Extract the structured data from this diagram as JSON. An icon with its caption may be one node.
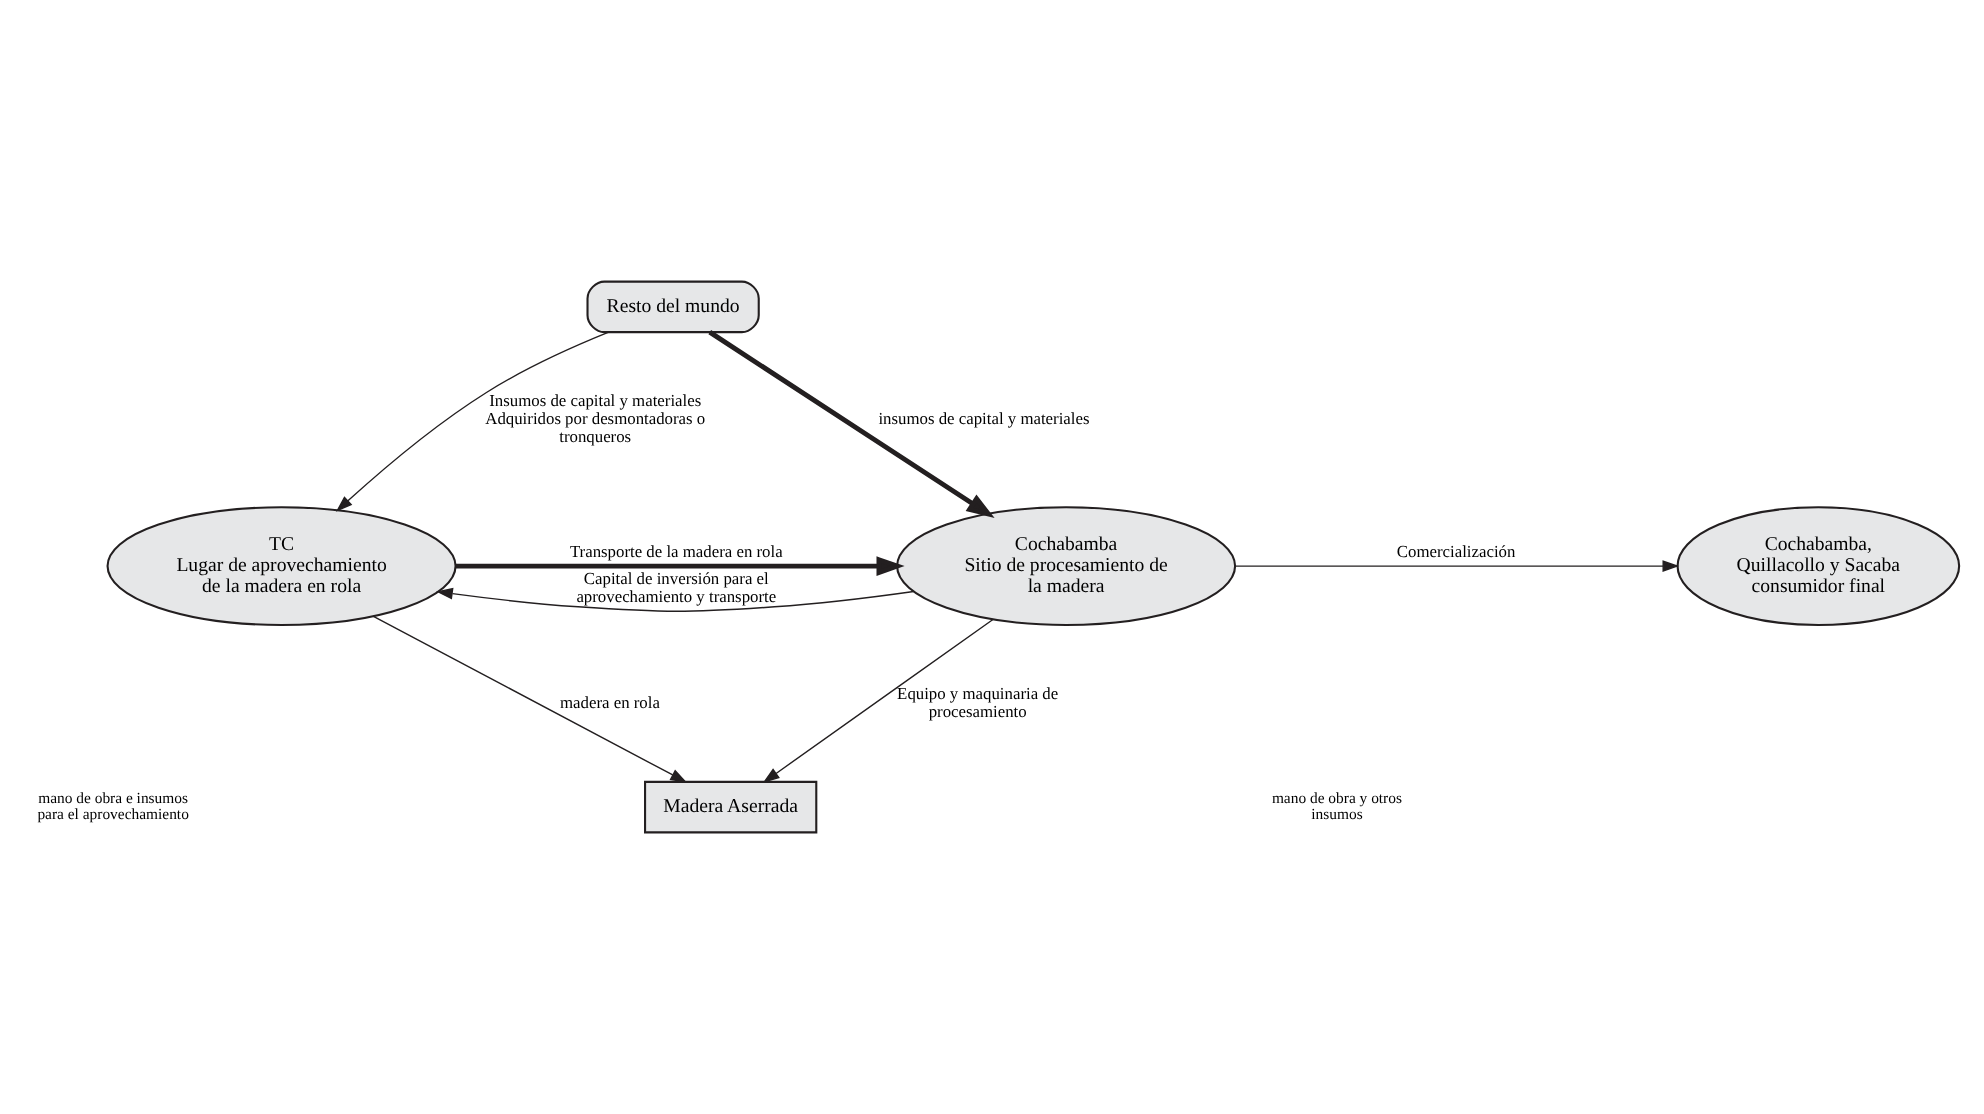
{
  "diagram": {
    "nodes": [
      {
        "text": [
          "Resto del mundo"
        ]
      },
      {
        "text": [
          "TC",
          "Lugar de aprovechamiento de la madera en rola"
        ]
      },
      {
        "text": [
          "Cochabamba",
          "Sitio de procesamiento de la madera"
        ]
      },
      {
        "text": [
          "Cochabamba, Quillacollo y Sacaba consumidor final"
        ]
      },
      {
        "text": [
          "Madera Aserrada"
        ]
      }
    ],
    "edges": [
      {
        "from": 0,
        "to": 1,
        "arrow": "to",
        "label": "Insumos de capital y materiales Adquiridos por desmontadoras o tronqueros"
      },
      {
        "from": 0,
        "to": 2,
        "arrow": "to",
        "label": "insumos de capital y materiales",
        "style": "thick"
      },
      {
        "from": 2,
        "to": 1,
        "arrow": "to",
        "label": "Capital de inversión para el aprovechamiento y transporte"
      },
      {
        "from": 2,
        "to": 3,
        "arrow": "to",
        "label": "Comercialización"
      },
      {
        "from": 1,
        "to": 4,
        "arrow": "to",
        "label": "madera en rola"
      },
      {
        "from": 2,
        "to": 4,
        "arrow": "to",
        "label": "Equipo y maquinaria de procesamiento"
      },
      {
        "from": 1,
        "to": 2,
        "arrow": "to",
        "label": "Transporte de la madera en rola",
        "style": "thick"
      }
    ],
    "labels": [
      "mano de obra e insumos para el aprovechamiento",
      "mano de obra y otros insumos"
    ]
  }
}
